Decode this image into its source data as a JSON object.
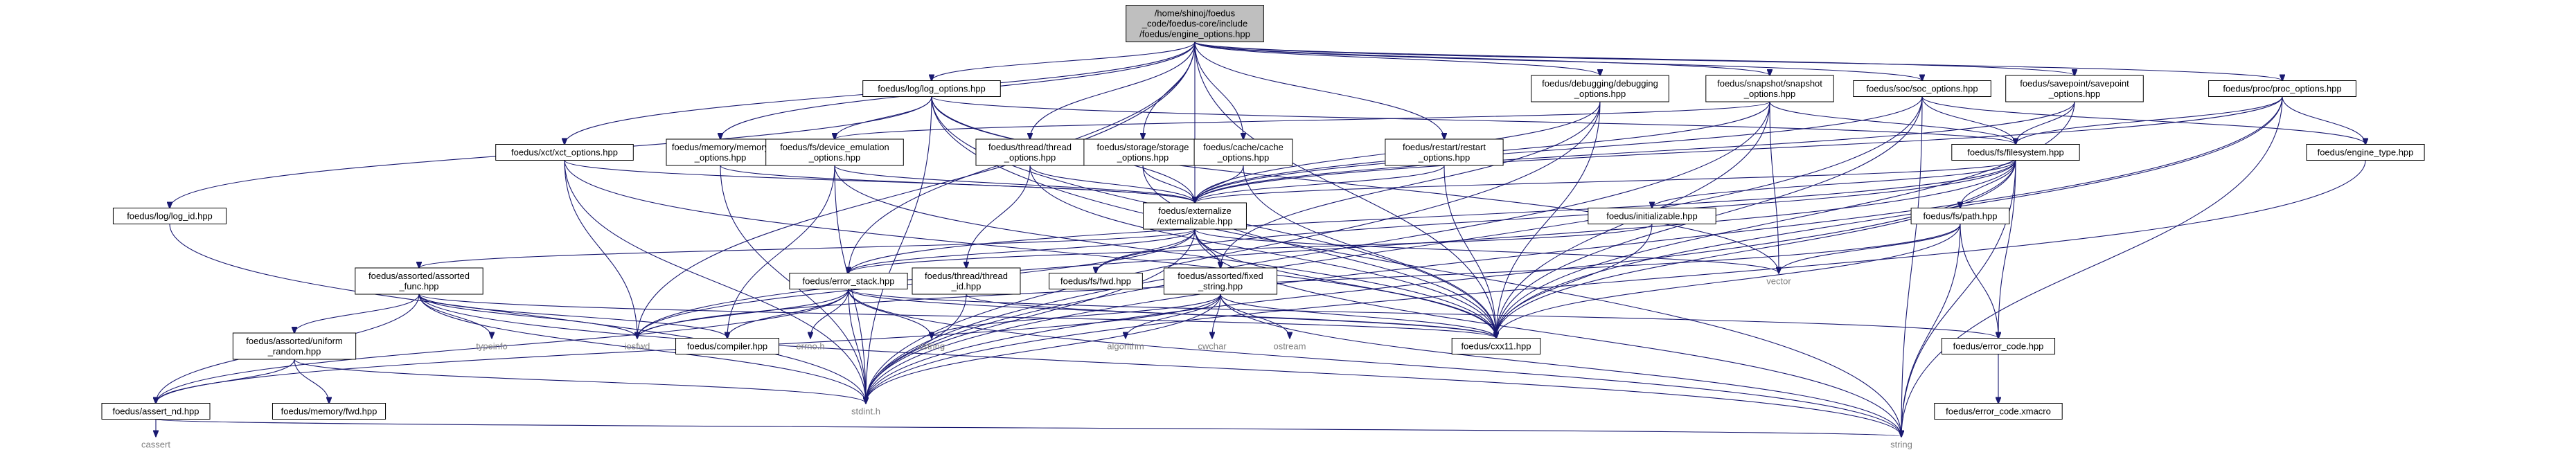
{
  "nodes": {
    "root": {
      "lines": [
        "/home/shinoj/foedus",
        "_code/foedus-core/include",
        "/foedus/engine_options.hpp"
      ],
      "root": true
    },
    "log_options": {
      "lines": [
        "foedus/log/log_options.hpp"
      ]
    },
    "xct_options": {
      "lines": [
        "foedus/xct/xct_options.hpp"
      ]
    },
    "memory_options": {
      "lines": [
        "foedus/memory/memory",
        "_options.hpp"
      ]
    },
    "thread_options": {
      "lines": [
        "foedus/thread/thread",
        "_options.hpp"
      ]
    },
    "storage_options": {
      "lines": [
        "foedus/storage/storage",
        "_options.hpp"
      ]
    },
    "cache_options": {
      "lines": [
        "foedus/cache/cache",
        "_options.hpp"
      ]
    },
    "restart_options": {
      "lines": [
        "foedus/restart/restart",
        "_options.hpp"
      ]
    },
    "debugging_options": {
      "lines": [
        "foedus/debugging/debugging",
        "_options.hpp"
      ]
    },
    "snapshot_options": {
      "lines": [
        "foedus/snapshot/snapshot",
        "_options.hpp"
      ]
    },
    "soc_options": {
      "lines": [
        "foedus/soc/soc_options.hpp"
      ]
    },
    "savepoint_options": {
      "lines": [
        "foedus/savepoint/savepoint",
        "_options.hpp"
      ]
    },
    "proc_options": {
      "lines": [
        "foedus/proc/proc_options.hpp"
      ]
    },
    "device_emulation": {
      "lines": [
        "foedus/fs/device_emulation",
        "_options.hpp"
      ]
    },
    "filesystem": {
      "lines": [
        "foedus/fs/filesystem.hpp"
      ]
    },
    "engine_type": {
      "lines": [
        "foedus/engine_type.hpp"
      ]
    },
    "log_id": {
      "lines": [
        "foedus/log/log_id.hpp"
      ]
    },
    "externalizable": {
      "lines": [
        "foedus/externalize",
        "/externalizable.hpp"
      ]
    },
    "initializable": {
      "lines": [
        "foedus/initializable.hpp"
      ]
    },
    "fs_path": {
      "lines": [
        "foedus/fs/path.hpp"
      ]
    },
    "fs_fwd": {
      "lines": [
        "foedus/fs/fwd.hpp"
      ]
    },
    "assorted_func": {
      "lines": [
        "foedus/assorted/assorted",
        "_func.hpp"
      ]
    },
    "error_stack": {
      "lines": [
        "foedus/error_stack.hpp"
      ]
    },
    "thread_id": {
      "lines": [
        "foedus/thread/thread",
        "_id.hpp"
      ]
    },
    "fixed_string": {
      "lines": [
        "foedus/assorted/fixed",
        "_string.hpp"
      ]
    },
    "uniform_random": {
      "lines": [
        "foedus/assorted/uniform",
        "_random.hpp"
      ]
    },
    "compiler": {
      "lines": [
        "foedus/compiler.hpp"
      ]
    },
    "cxx11": {
      "lines": [
        "foedus/cxx11.hpp"
      ]
    },
    "error_code": {
      "lines": [
        "foedus/error_code.hpp"
      ]
    },
    "assert_nd": {
      "lines": [
        "foedus/assert_nd.hpp"
      ]
    },
    "memory_fwd": {
      "lines": [
        "foedus/memory/fwd.hpp"
      ]
    },
    "error_code_xmacro": {
      "lines": [
        "foedus/error_code.xmacro"
      ]
    },
    "vector": {
      "lines": [
        "vector"
      ],
      "system": true
    },
    "iosfwd": {
      "lines": [
        "iosfwd"
      ],
      "system": true
    },
    "typeinfo": {
      "lines": [
        "typeinfo"
      ],
      "system": true
    },
    "errno": {
      "lines": [
        "errno.h"
      ],
      "system": true
    },
    "cstring": {
      "lines": [
        "cstring"
      ],
      "system": true
    },
    "algorithm": {
      "lines": [
        "algorithm"
      ],
      "system": true
    },
    "cwchar": {
      "lines": [
        "cwchar"
      ],
      "system": true
    },
    "ostream": {
      "lines": [
        "ostream"
      ],
      "system": true
    },
    "stdint": {
      "lines": [
        "stdint.h"
      ],
      "system": true
    },
    "cassert": {
      "lines": [
        "cassert"
      ],
      "system": true
    },
    "string": {
      "lines": [
        "string"
      ],
      "system": true
    }
  },
  "edges": [
    [
      "root",
      "log_options"
    ],
    [
      "root",
      "xct_options"
    ],
    [
      "root",
      "memory_options"
    ],
    [
      "root",
      "thread_options"
    ],
    [
      "root",
      "storage_options"
    ],
    [
      "root",
      "cache_options"
    ],
    [
      "root",
      "restart_options"
    ],
    [
      "root",
      "debugging_options"
    ],
    [
      "root",
      "snapshot_options"
    ],
    [
      "root",
      "soc_options"
    ],
    [
      "root",
      "savepoint_options"
    ],
    [
      "root",
      "proc_options"
    ],
    [
      "root",
      "externalizable"
    ],
    [
      "root",
      "iosfwd"
    ],
    [
      "root",
      "cxx11"
    ],
    [
      "root",
      "error_stack"
    ],
    [
      "log_options",
      "log_id"
    ],
    [
      "log_options",
      "device_emulation"
    ],
    [
      "log_options",
      "externalizable"
    ],
    [
      "log_options",
      "filesystem"
    ],
    [
      "log_options",
      "cxx11"
    ],
    [
      "log_options",
      "stdint"
    ],
    [
      "log_options",
      "string"
    ],
    [
      "log_options",
      "vector"
    ],
    [
      "log_id",
      "stdint"
    ],
    [
      "xct_options",
      "externalizable"
    ],
    [
      "xct_options",
      "cxx11"
    ],
    [
      "xct_options",
      "stdint"
    ],
    [
      "xct_options",
      "iosfwd"
    ],
    [
      "memory_options",
      "externalizable"
    ],
    [
      "memory_options",
      "stdint"
    ],
    [
      "thread_options",
      "externalizable"
    ],
    [
      "thread_options",
      "thread_id"
    ],
    [
      "thread_options",
      "cxx11"
    ],
    [
      "storage_options",
      "externalizable"
    ],
    [
      "storage_options",
      "cxx11"
    ],
    [
      "cache_options",
      "externalizable"
    ],
    [
      "cache_options",
      "cxx11"
    ],
    [
      "restart_options",
      "externalizable"
    ],
    [
      "restart_options",
      "cxx11"
    ],
    [
      "debugging_options",
      "externalizable"
    ],
    [
      "debugging_options",
      "cxx11"
    ],
    [
      "debugging_options",
      "stdint"
    ],
    [
      "debugging_options",
      "fixed_string"
    ],
    [
      "snapshot_options",
      "filesystem"
    ],
    [
      "snapshot_options",
      "externalizable"
    ],
    [
      "snapshot_options",
      "cxx11"
    ],
    [
      "snapshot_options",
      "device_emulation"
    ],
    [
      "snapshot_options",
      "vector"
    ],
    [
      "snapshot_options",
      "stdint"
    ],
    [
      "soc_options",
      "filesystem"
    ],
    [
      "soc_options",
      "externalizable"
    ],
    [
      "soc_options",
      "cxx11"
    ],
    [
      "soc_options",
      "engine_type"
    ],
    [
      "soc_options",
      "stdint"
    ],
    [
      "soc_options",
      "string"
    ],
    [
      "savepoint_options",
      "filesystem"
    ],
    [
      "savepoint_options",
      "externalizable"
    ],
    [
      "savepoint_options",
      "cxx11"
    ],
    [
      "proc_options",
      "filesystem"
    ],
    [
      "proc_options",
      "externalizable"
    ],
    [
      "proc_options",
      "engine_type"
    ],
    [
      "proc_options",
      "cxx11"
    ],
    [
      "proc_options",
      "stdint"
    ],
    [
      "proc_options",
      "string"
    ],
    [
      "device_emulation",
      "externalizable"
    ],
    [
      "device_emulation",
      "cxx11"
    ],
    [
      "device_emulation",
      "compiler"
    ],
    [
      "device_emulation",
      "stdint"
    ],
    [
      "filesystem",
      "externalizable"
    ],
    [
      "filesystem",
      "initializable"
    ],
    [
      "filesystem",
      "fs_path"
    ],
    [
      "filesystem",
      "fs_fwd"
    ],
    [
      "filesystem",
      "error_stack"
    ],
    [
      "filesystem",
      "error_code"
    ],
    [
      "filesystem",
      "cxx11"
    ],
    [
      "filesystem",
      "stdint"
    ],
    [
      "filesystem",
      "iosfwd"
    ],
    [
      "filesystem",
      "string"
    ],
    [
      "engine_type",
      "stdint"
    ],
    [
      "externalizable",
      "assorted_func"
    ],
    [
      "externalizable",
      "error_stack"
    ],
    [
      "externalizable",
      "fixed_string"
    ],
    [
      "externalizable",
      "fs_fwd"
    ],
    [
      "externalizable",
      "cxx11"
    ],
    [
      "externalizable",
      "iosfwd"
    ],
    [
      "externalizable",
      "stdint"
    ],
    [
      "externalizable",
      "string"
    ],
    [
      "externalizable",
      "vector"
    ],
    [
      "initializable",
      "error_stack"
    ],
    [
      "initializable",
      "cxx11"
    ],
    [
      "fs_path",
      "cxx11"
    ],
    [
      "fs_path",
      "error_code"
    ],
    [
      "fs_path",
      "iosfwd"
    ],
    [
      "fs_path",
      "string"
    ],
    [
      "fs_path",
      "vector"
    ],
    [
      "assorted_func",
      "assert_nd"
    ],
    [
      "assorted_func",
      "uniform_random"
    ],
    [
      "assorted_func",
      "compiler"
    ],
    [
      "assorted_func",
      "typeinfo"
    ],
    [
      "assorted_func",
      "stdint"
    ],
    [
      "assorted_func",
      "iosfwd"
    ],
    [
      "assorted_func",
      "string"
    ],
    [
      "assorted_func",
      "cxx11"
    ],
    [
      "error_stack",
      "error_code"
    ],
    [
      "error_stack",
      "assert_nd"
    ],
    [
      "error_stack",
      "compiler"
    ],
    [
      "error_stack",
      "cxx11"
    ],
    [
      "error_stack",
      "errno"
    ],
    [
      "error_stack",
      "cstring"
    ],
    [
      "error_stack",
      "iosfwd"
    ],
    [
      "error_stack",
      "stdint"
    ],
    [
      "error_stack",
      "string"
    ],
    [
      "thread_id",
      "cxx11"
    ],
    [
      "thread_id",
      "stdint"
    ],
    [
      "fixed_string",
      "cxx11"
    ],
    [
      "fixed_string",
      "assert_nd"
    ],
    [
      "fixed_string",
      "algorithm"
    ],
    [
      "fixed_string",
      "cstring"
    ],
    [
      "fixed_string",
      "cwchar"
    ],
    [
      "fixed_string",
      "ostream"
    ],
    [
      "fixed_string",
      "string"
    ],
    [
      "fixed_string",
      "stdint"
    ],
    [
      "uniform_random",
      "assert_nd"
    ],
    [
      "uniform_random",
      "memory_fwd"
    ],
    [
      "uniform_random",
      "stdint"
    ],
    [
      "error_code",
      "error_code_xmacro"
    ],
    [
      "assert_nd",
      "cassert"
    ],
    [
      "assert_nd",
      "string"
    ]
  ]
}
